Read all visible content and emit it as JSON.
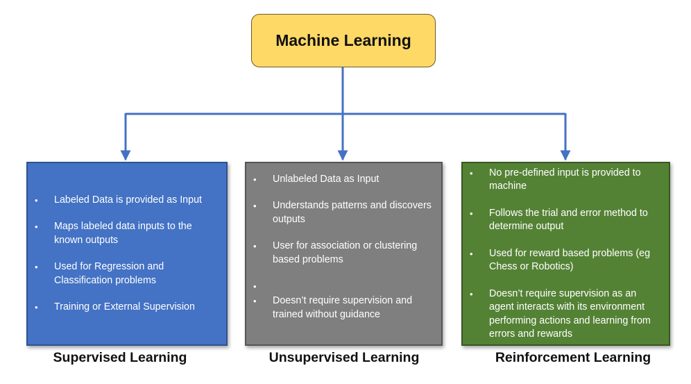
{
  "root": {
    "title": "Machine Learning"
  },
  "categories": [
    {
      "title": "Supervised Learning",
      "color": "#4472c4",
      "points": [
        "Labeled Data is provided as Input",
        "Maps labeled data inputs to  the known outputs",
        "Used for Regression and Classification problems",
        "Training or External Supervision"
      ]
    },
    {
      "title": "Unsupervised Learning",
      "color": "#7f7f7f",
      "points": [
        "Unlabeled Data as Input",
        "Understands patterns and discovers outputs",
        "User for association or clustering based problems",
        "",
        "Doesn’t require supervision  and trained without guidance"
      ]
    },
    {
      "title": "Reinforcement Learning",
      "color": "#548235",
      "points": [
        "No pre-defined input is provided to machine",
        "Follows the trial and error method to determine output",
        "Used for reward based problems (eg Chess or Robotics)",
        "Doesn’t require supervision as an agent interacts with its environment performing actions and learning from errors and rewards"
      ]
    }
  ],
  "connector_color": "#4472c4"
}
